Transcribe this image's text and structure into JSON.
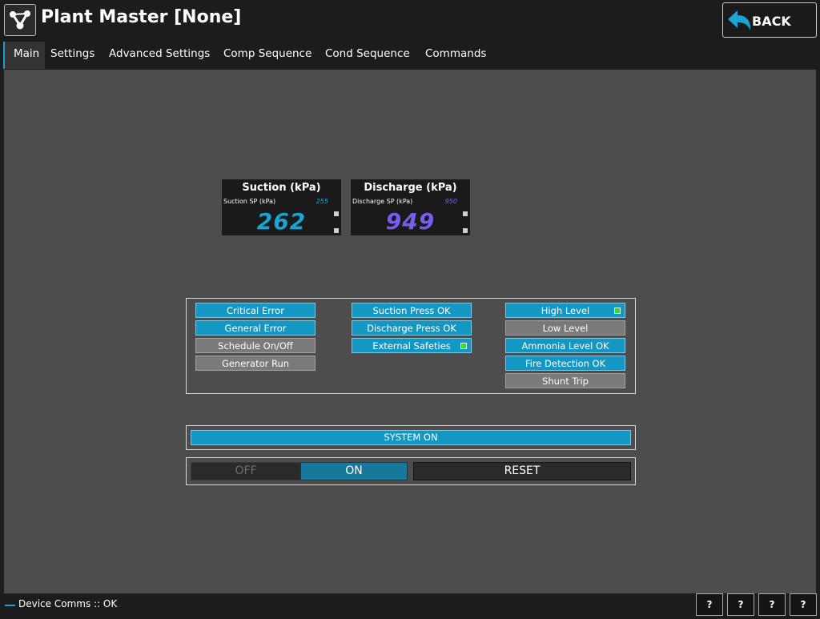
{
  "header": {
    "title": "Plant Master [None]",
    "back_label": "BACK"
  },
  "tabs": [
    "Main",
    "Settings",
    "Advanced Settings",
    "Comp Sequence",
    "Cond Sequence",
    "Commands"
  ],
  "gauges": {
    "suction": {
      "title": "Suction (kPa)",
      "sp_label": "Suction SP (kPa)",
      "sp_value": "255",
      "value": "262",
      "color": "#1aa3d3"
    },
    "discharge": {
      "title": "Discharge (kPa)",
      "sp_label": "Discharge SP (kPa)",
      "sp_value": "950",
      "value": "949",
      "color": "#7b5cf0"
    }
  },
  "indicators": {
    "col1": [
      {
        "label": "Critical Error",
        "state": "on",
        "led": false
      },
      {
        "label": "General Error",
        "state": "on",
        "led": false
      },
      {
        "label": "Schedule On/Off",
        "state": "off",
        "led": false
      },
      {
        "label": "Generator Run",
        "state": "off",
        "led": false
      }
    ],
    "col2": [
      {
        "label": "Suction Press OK",
        "state": "on",
        "led": false
      },
      {
        "label": "Discharge Press OK",
        "state": "on",
        "led": false
      },
      {
        "label": "External Safeties",
        "state": "on",
        "led": true
      }
    ],
    "col3": [
      {
        "label": "High Level",
        "state": "on",
        "led": true
      },
      {
        "label": "Low Level",
        "state": "off",
        "led": false
      },
      {
        "label": "Ammonia Level OK",
        "state": "on",
        "led": false
      },
      {
        "label": "Fire Detection OK",
        "state": "on",
        "led": false
      },
      {
        "label": "Shunt Trip",
        "state": "off",
        "led": false
      }
    ]
  },
  "system": {
    "status": "SYSTEM ON",
    "off_label": "OFF",
    "on_label": "ON",
    "reset_label": "RESET"
  },
  "footer": {
    "comms": "Device Comms :: OK",
    "status_boxes": [
      "?",
      "?",
      "?",
      "?"
    ]
  },
  "colors": {
    "accent": "#1597c4",
    "indicator_off": "#7a7a7a",
    "led_green": "#2ee02e"
  }
}
